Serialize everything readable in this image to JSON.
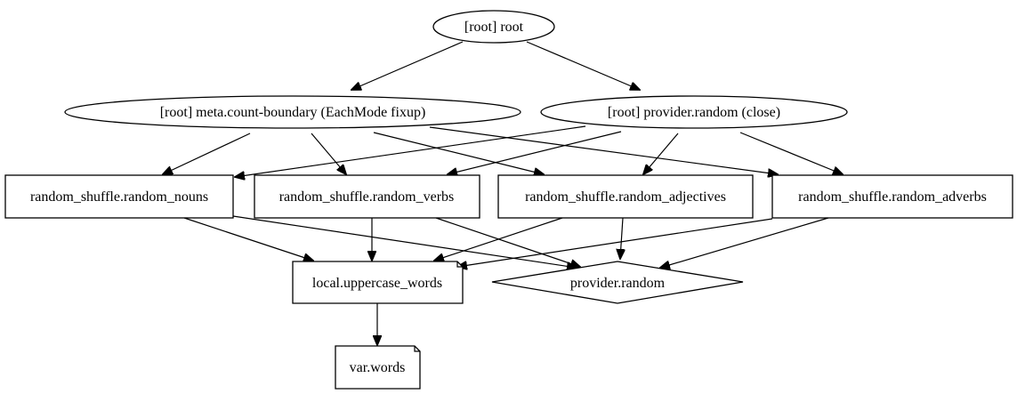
{
  "graph": {
    "nodes": {
      "root": {
        "label": "[root] root",
        "shape": "ellipse"
      },
      "meta_count_boundary": {
        "label": "[root] meta.count-boundary (EachMode fixup)",
        "shape": "ellipse"
      },
      "provider_random_close": {
        "label": "[root] provider.random (close)",
        "shape": "ellipse"
      },
      "random_nouns": {
        "label": "random_shuffle.random_nouns",
        "shape": "box"
      },
      "random_verbs": {
        "label": "random_shuffle.random_verbs",
        "shape": "box"
      },
      "random_adjectives": {
        "label": "random_shuffle.random_adjectives",
        "shape": "box"
      },
      "random_adverbs": {
        "label": "random_shuffle.random_adverbs",
        "shape": "box"
      },
      "local_uppercase_words": {
        "label": "local.uppercase_words",
        "shape": "note"
      },
      "provider_random": {
        "label": "provider.random",
        "shape": "diamond"
      },
      "var_words": {
        "label": "var.words",
        "shape": "note"
      }
    },
    "edges": [
      {
        "from": "root",
        "to": "meta_count_boundary"
      },
      {
        "from": "root",
        "to": "provider_random_close"
      },
      {
        "from": "meta_count_boundary",
        "to": "random_nouns"
      },
      {
        "from": "meta_count_boundary",
        "to": "random_verbs"
      },
      {
        "from": "meta_count_boundary",
        "to": "random_adjectives"
      },
      {
        "from": "meta_count_boundary",
        "to": "random_adverbs"
      },
      {
        "from": "provider_random_close",
        "to": "random_nouns"
      },
      {
        "from": "provider_random_close",
        "to": "random_verbs"
      },
      {
        "from": "provider_random_close",
        "to": "random_adjectives"
      },
      {
        "from": "provider_random_close",
        "to": "random_adverbs"
      },
      {
        "from": "random_nouns",
        "to": "local_uppercase_words"
      },
      {
        "from": "random_nouns",
        "to": "provider_random"
      },
      {
        "from": "random_verbs",
        "to": "local_uppercase_words"
      },
      {
        "from": "random_verbs",
        "to": "provider_random"
      },
      {
        "from": "random_adjectives",
        "to": "local_uppercase_words"
      },
      {
        "from": "random_adjectives",
        "to": "provider_random"
      },
      {
        "from": "random_adverbs",
        "to": "local_uppercase_words"
      },
      {
        "from": "random_adverbs",
        "to": "provider_random"
      },
      {
        "from": "local_uppercase_words",
        "to": "var_words"
      }
    ]
  }
}
